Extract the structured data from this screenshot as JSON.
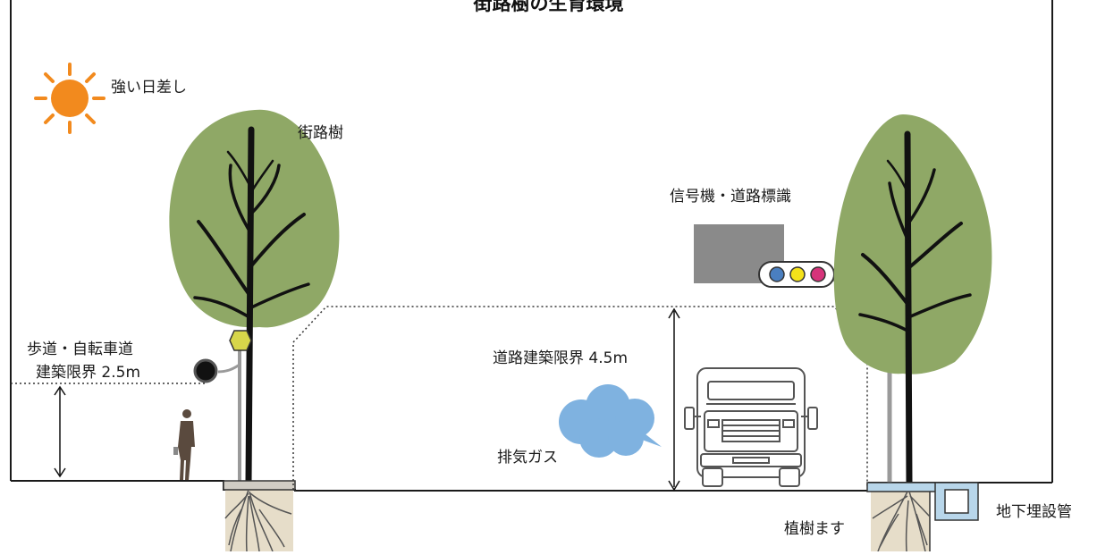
{
  "title": "街路樹の生育環境",
  "labels": {
    "sun": "強い日差し",
    "street_tree": "街路樹",
    "signals": "信号機・道路標識",
    "sidewalk_line1": "歩道・自転車道",
    "sidewalk_line2": "建築限界 2.5m",
    "road_clearance": "道路建築限界 4.5m",
    "exhaust": "排気ガス",
    "planting_pit": "植樹ます",
    "underground_pipe": "地下埋設管"
  },
  "colors": {
    "sun": "#f28a1e",
    "foliage": "#8fa866",
    "foliage_edge": "#7e9a56",
    "trunk": "#111111",
    "cloud": "#7fb2e0",
    "sign_board": "#8a8a8a",
    "signal_blue": "#4a7fc0",
    "signal_yellow": "#f4e21a",
    "signal_red": "#d6337a",
    "pit_soil": "#e6ddc9",
    "pipe_box": "#b8d6ea",
    "ground_line": "#1a1a1a"
  },
  "icons": [
    "sun-icon",
    "pedestrian-icon",
    "truck-icon",
    "traffic-light-icon",
    "road-sign-icon"
  ]
}
